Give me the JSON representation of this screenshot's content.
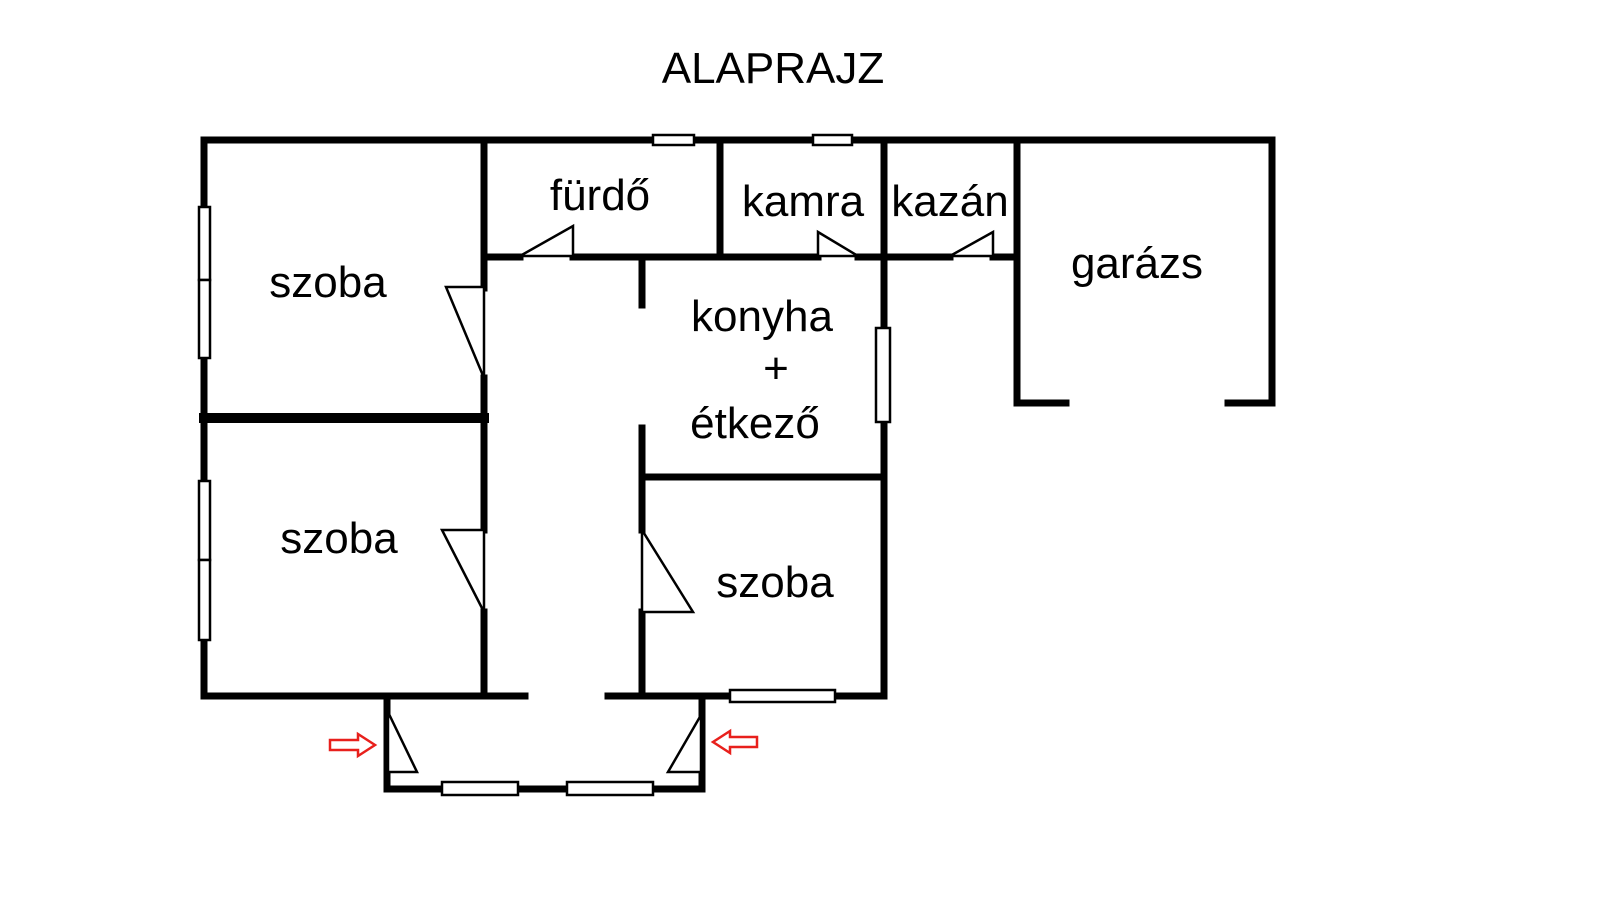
{
  "title": "ALAPRAJZ",
  "rooms": {
    "room_top_left": "szoba",
    "room_bottom_left": "szoba",
    "bathroom": "fürdő",
    "pantry": "kamra",
    "boiler": "kazán",
    "garage": "garázs",
    "kitchen_line1": "konyha",
    "kitchen_line2": "+",
    "kitchen_line3": "étkező",
    "room_right": "szoba"
  },
  "colors": {
    "walls": "#000000",
    "entrance_arrows": "#e8201c"
  }
}
